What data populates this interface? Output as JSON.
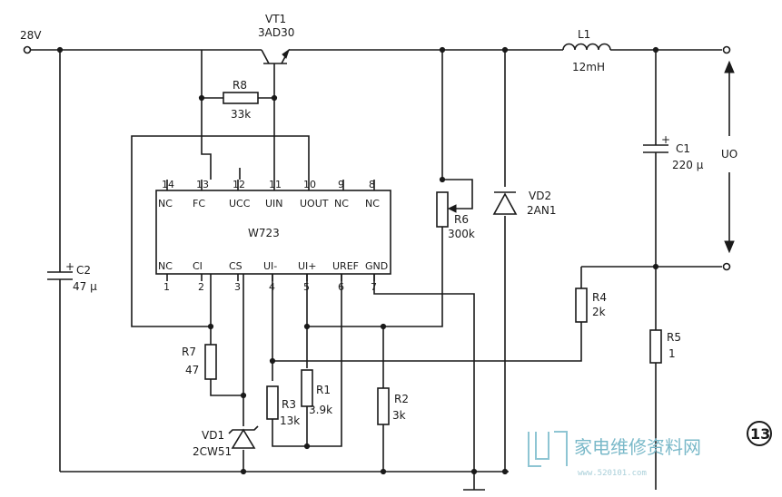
{
  "supply": {
    "label": "28V"
  },
  "transistor": {
    "name": "VT1",
    "part": "3AD30"
  },
  "inductor": {
    "name": "L1",
    "value": "12mH"
  },
  "output": {
    "label": "UO"
  },
  "chip": {
    "name": "W723",
    "top_pins": [
      {
        "num": "14",
        "label": "NC"
      },
      {
        "num": "13",
        "label": "FC"
      },
      {
        "num": "12",
        "label": "UCC"
      },
      {
        "num": "11",
        "label": "UIN"
      },
      {
        "num": "10",
        "label": "UOUT"
      },
      {
        "num": "9",
        "label": "NC"
      },
      {
        "num": "8",
        "label": "NC"
      }
    ],
    "bottom_pins": [
      {
        "num": "1",
        "label": "NC"
      },
      {
        "num": "2",
        "label": "CI"
      },
      {
        "num": "3",
        "label": "CS"
      },
      {
        "num": "4",
        "label": "UI-"
      },
      {
        "num": "5",
        "label": "UI+"
      },
      {
        "num": "6",
        "label": "UREF"
      },
      {
        "num": "7",
        "label": "GND"
      }
    ]
  },
  "components": {
    "r8": {
      "name": "R8",
      "value": "33k"
    },
    "r6": {
      "name": "R6",
      "value": "300k"
    },
    "vd2": {
      "name": "VD2",
      "value": "2AN1"
    },
    "c1": {
      "name": "C1",
      "value": "220 μ"
    },
    "c2": {
      "name": "C2",
      "value": "47 μ"
    },
    "r4": {
      "name": "R4",
      "value": "2k"
    },
    "r5": {
      "name": "R5",
      "value": "1"
    },
    "r7": {
      "name": "R7",
      "value": "47"
    },
    "r1": {
      "name": "R1",
      "value": "3.9k"
    },
    "r3": {
      "name": "R3",
      "value": "13k"
    },
    "r2": {
      "name": "R2",
      "value": "3k"
    },
    "vd1": {
      "name": "VD1",
      "value": "2CW51"
    }
  },
  "plus_sign": "+",
  "watermark": {
    "text": "家电维修资料网",
    "url": "www.520101.com"
  },
  "figure_badge": "13"
}
